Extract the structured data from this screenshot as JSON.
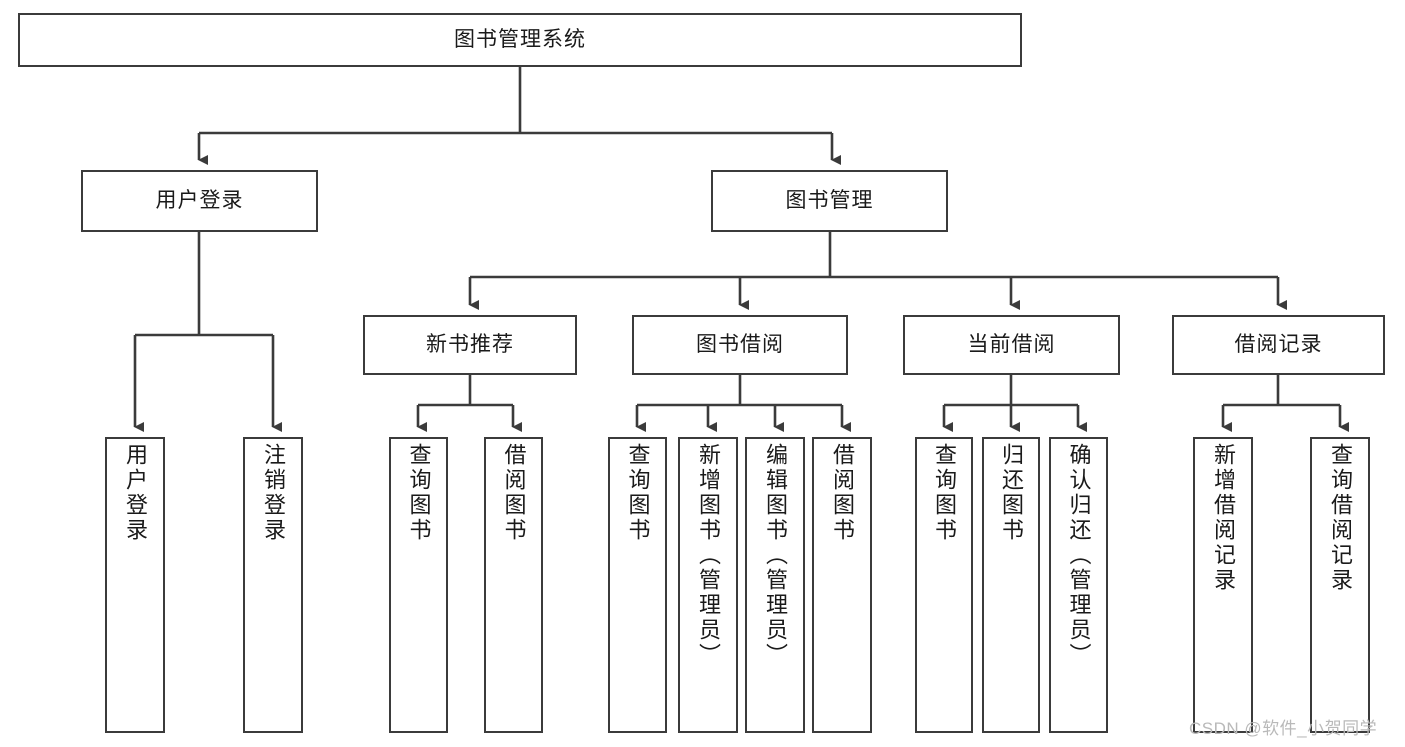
{
  "diagram": {
    "title": "图书管理系统",
    "type": "hierarchy-tree",
    "root": {
      "id": "root",
      "label": "图书管理系统"
    },
    "level2": [
      {
        "id": "user-login",
        "label": "用户登录"
      },
      {
        "id": "book-manage",
        "label": "图书管理"
      }
    ],
    "level3": [
      {
        "id": "new-book-recommend",
        "label": "新书推荐"
      },
      {
        "id": "book-borrow",
        "label": "图书借阅"
      },
      {
        "id": "current-borrow",
        "label": "当前借阅"
      },
      {
        "id": "borrow-record",
        "label": "借阅记录"
      }
    ],
    "leaves": {
      "user_login": [
        {
          "id": "leaf-user-login",
          "label": "用户登录"
        },
        {
          "id": "leaf-user-logout",
          "label": "注销登录"
        }
      ],
      "new_book_recommend": [
        {
          "id": "leaf-query-book-1",
          "label": "查询图书"
        },
        {
          "id": "leaf-borrow-book-1",
          "label": "借阅图书"
        }
      ],
      "book_borrow": [
        {
          "id": "leaf-query-book-2",
          "label": "查询图书"
        },
        {
          "id": "leaf-add-book",
          "label": "新增图书（管理员）"
        },
        {
          "id": "leaf-edit-book",
          "label": "编辑图书（管理员）"
        },
        {
          "id": "leaf-borrow-book-2",
          "label": "借阅图书"
        }
      ],
      "current_borrow": [
        {
          "id": "leaf-query-book-3",
          "label": "查询图书"
        },
        {
          "id": "leaf-return-book",
          "label": "归还图书"
        },
        {
          "id": "leaf-confirm-return",
          "label": "确认归还（管理员）"
        }
      ],
      "borrow_record": [
        {
          "id": "leaf-add-record",
          "label": "新增借阅记录"
        },
        {
          "id": "leaf-query-record",
          "label": "查询借阅记录"
        }
      ]
    },
    "watermark": "CSDN @软件_小贺同学",
    "colors": {
      "stroke": "#3b3b3b",
      "text": "#1a1a1a",
      "background": "#ffffff",
      "watermark": "#b9b9b9"
    }
  }
}
